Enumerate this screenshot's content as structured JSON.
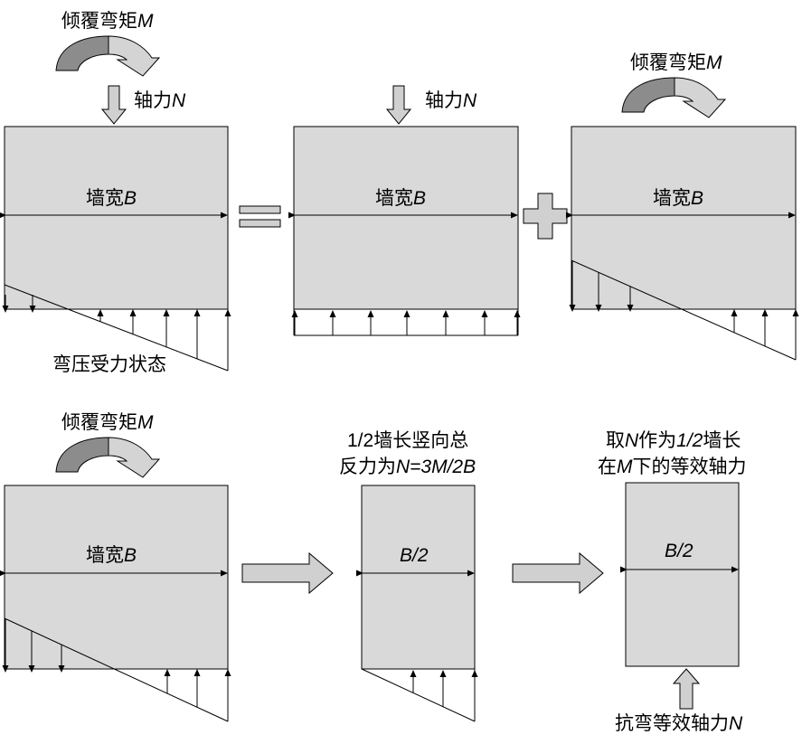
{
  "labels": {
    "moment": "倾覆弯矩",
    "moment_sym": "M",
    "axial": "轴力",
    "axial_sym": "N",
    "width": "墙宽",
    "width_sym": "B",
    "state": "弯压受力状态",
    "half_width": "B/2",
    "half_line1": "1/2墙长竖向总",
    "half_line2a": "反力为",
    "half_line2b": "N=3M/2B",
    "take_a": "取",
    "take_b": "N",
    "take_c": "作为",
    "take_d": "1/2",
    "take_e": "墙长",
    "under_a": "在",
    "under_b": "M",
    "under_c": "下的等效轴力",
    "resist": "抗弯等效轴力",
    "resist_sym": "N"
  },
  "colors": {
    "wall_fill": "#d9d9d9",
    "arrow_fill": "#d0d0d0",
    "moment_dark": "#8c8c8c",
    "moment_light": "#d4d4d4",
    "line": "#000000"
  },
  "icons": {
    "moment": "curved-moment-arrow-icon",
    "axial": "down-block-arrow-icon",
    "equals": "equals-sign-icon",
    "plus": "plus-sign-icon",
    "next": "right-block-arrow-icon",
    "resist": "up-block-arrow-icon"
  }
}
